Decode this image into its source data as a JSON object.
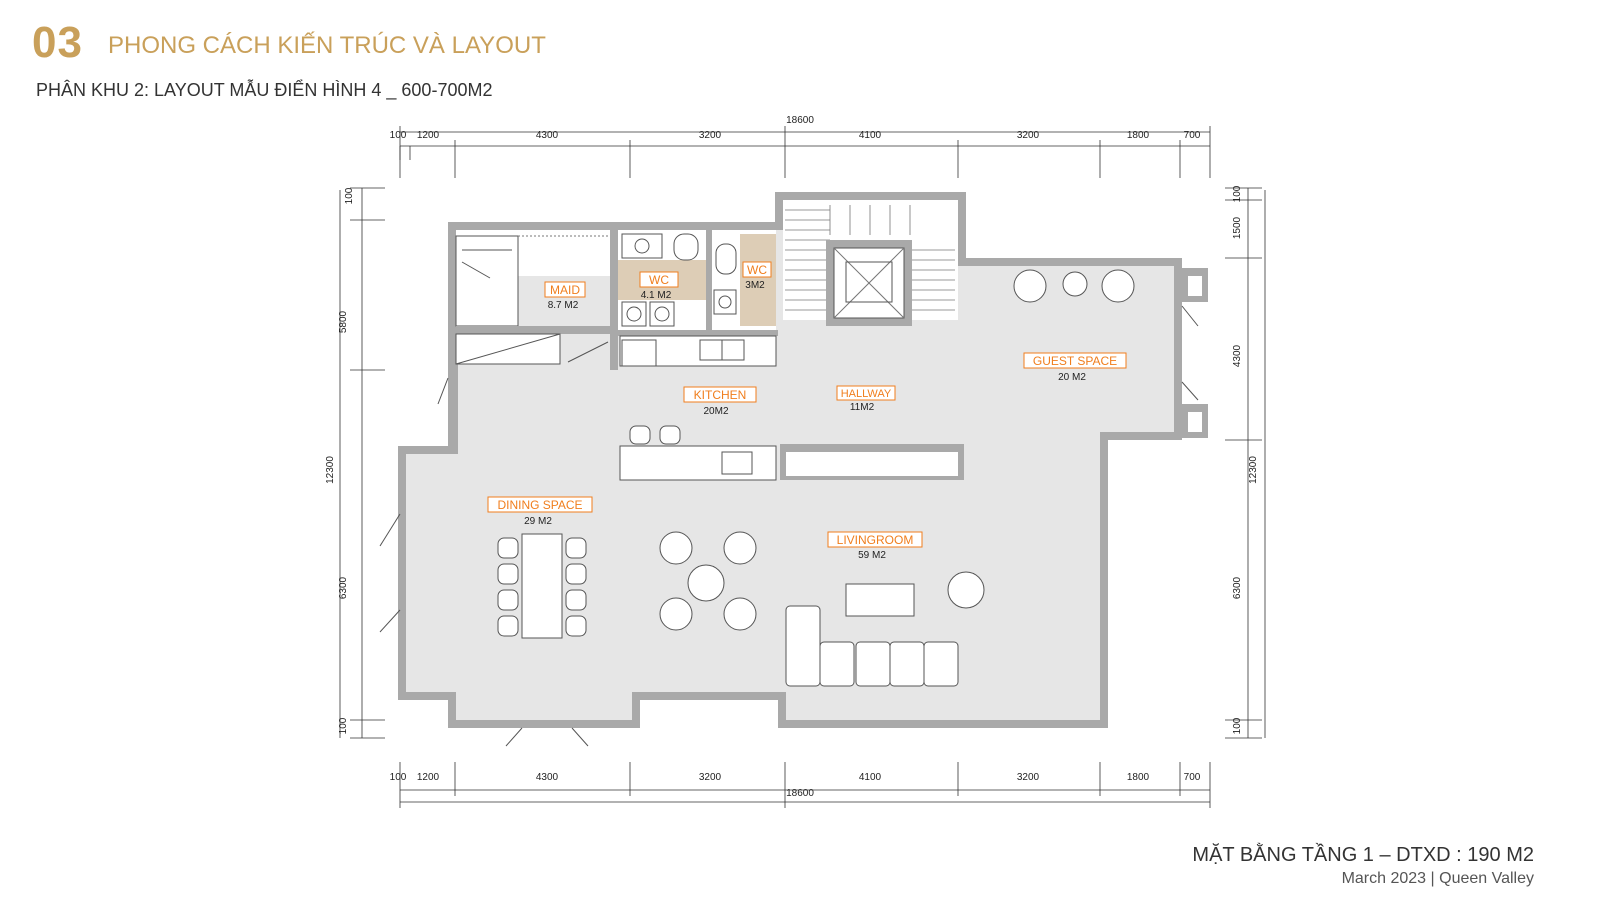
{
  "header": {
    "number": "03",
    "title": "PHONG CÁCH KIẾN TRÚC VÀ LAYOUT",
    "subtitle": "PHÂN KHU 2: LAYOUT MẪU ĐIỂN HÌNH 4 _ 600-700M2"
  },
  "footer": {
    "plan_title": "MẶT BẰNG TẦNG 1 – DTXD : 190 M2",
    "credit": "March 2023  |  Queen Valley"
  },
  "dimensions": {
    "top_total": "18600",
    "bottom_total": "18600",
    "top_segments": [
      "100",
      "1200",
      "4300",
      "3200",
      "4100",
      "3200",
      "1800",
      "700"
    ],
    "bottom_segments": [
      "100",
      "1200",
      "4300",
      "3200",
      "4100",
      "3200",
      "1800",
      "700"
    ],
    "left_segments": [
      "100",
      "5800",
      "12300",
      "6300",
      "100"
    ],
    "right_segments": [
      "100",
      "1500",
      "4300",
      "12300",
      "6300",
      "100"
    ]
  },
  "rooms": {
    "maid": {
      "name": "MAID",
      "area": "8.7 M2"
    },
    "wc1": {
      "name": "WC",
      "area": "4.1 M2"
    },
    "wc2": {
      "name": "WC",
      "area": "3M2"
    },
    "guest": {
      "name": "GUEST SPACE",
      "area": "20 M2"
    },
    "kitchen": {
      "name": "KITCHEN",
      "area": "20M2"
    },
    "hallway": {
      "name": "HALLWAY",
      "area": "11M2"
    },
    "dining": {
      "name": "DINING SPACE",
      "area": "29 M2"
    },
    "living": {
      "name": "LIVINGROOM",
      "area": "59 M2"
    }
  },
  "colors": {
    "accent": "#c9a05a",
    "label_orange": "#f07e1d",
    "floor": "#e6e6e6",
    "wall": "#a9a9a9"
  }
}
